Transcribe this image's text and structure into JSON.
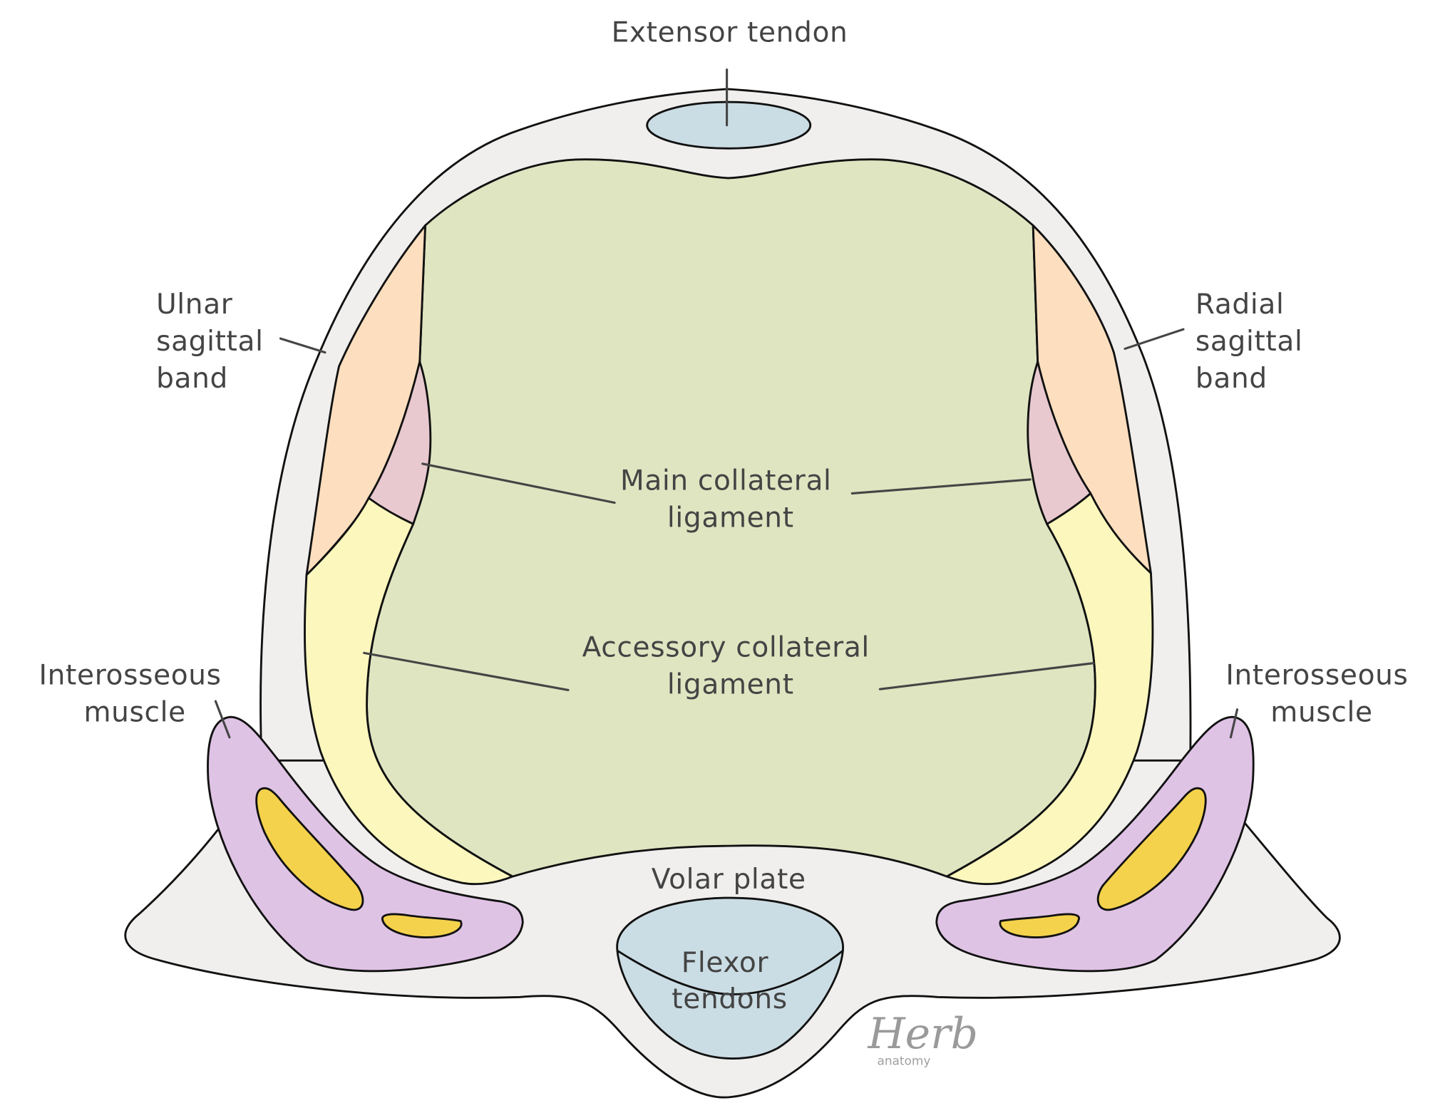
{
  "figure": {
    "title": "Cross-section of metacarpophalangeal joint",
    "colors": {
      "soft_tissue": "#f0efee",
      "joint_core": "#dfe5c1",
      "sagittal_band": "#fddfbf",
      "main_collateral": "#e8c9cf",
      "accessory_collateral": "#fcf7bd",
      "interosseous_muscle": "#dfc3e5",
      "interosseous_tendon": "#f5d24c",
      "tendon": "#cbdde4",
      "outline": "#111111",
      "label_text": "#444444"
    }
  },
  "labels": {
    "extensor_tendon": "Extensor tendon",
    "ulnar_sagittal_band": [
      "Ulnar",
      "sagittal",
      "band"
    ],
    "radial_sagittal_band": [
      "Radial",
      "sagittal",
      "band"
    ],
    "main_collateral_ligament": [
      "Main collateral",
      "ligament"
    ],
    "accessory_collateral_ligament": [
      "Accessory collateral",
      "ligament"
    ],
    "interosseous_muscle_left": [
      "Interosseous",
      "muscle"
    ],
    "interosseous_muscle_right": [
      "Interosseous",
      "muscle"
    ],
    "volar_plate": "Volar plate",
    "flexor_tendons": [
      "Flexor",
      "tendons"
    ]
  },
  "watermark": {
    "main": "Herb",
    "sub": "anatomy"
  }
}
